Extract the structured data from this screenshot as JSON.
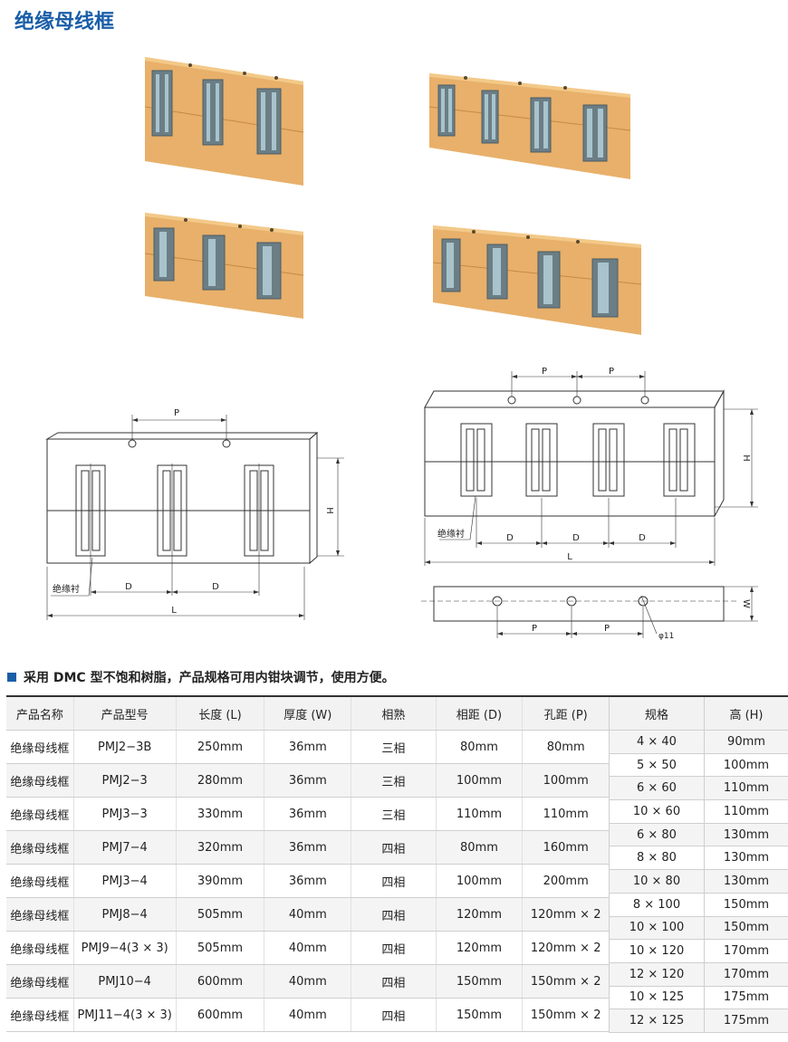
{
  "page": {
    "title": "绝缘母线框",
    "note": "采用 DMC 型不饱和树脂，产品规格可用内钳块调节，使用方便。"
  },
  "drawing_left": {
    "p": "P",
    "h": "H",
    "d1": "D",
    "d2": "D",
    "l": "L",
    "liner": "绝缘衬"
  },
  "drawing_right": {
    "p1": "P",
    "p2": "P",
    "h": "H",
    "d1": "D",
    "d2": "D",
    "d3": "D",
    "l": "L",
    "liner": "绝缘衬",
    "w": "W",
    "bp1": "P",
    "bp2": "P",
    "hole": "φ11"
  },
  "table": {
    "headers": [
      "产品名称",
      "产品型号",
      "长度 (L)",
      "厚度 (W)",
      "相熟",
      "相距 (D)",
      "孔距 (P)"
    ],
    "rows": [
      [
        "绝缘母线框",
        "PMJ2−3B",
        "250mm",
        "36mm",
        "三相",
        "80mm",
        "80mm"
      ],
      [
        "绝缘母线框",
        "PMJ2−3",
        "280mm",
        "36mm",
        "三相",
        "100mm",
        "100mm"
      ],
      [
        "绝缘母线框",
        "PMJ3−3",
        "330mm",
        "36mm",
        "三相",
        "110mm",
        "110mm"
      ],
      [
        "绝缘母线框",
        "PMJ7−4",
        "320mm",
        "36mm",
        "四相",
        "80mm",
        "160mm"
      ],
      [
        "绝缘母线框",
        "PMJ3−4",
        "390mm",
        "36mm",
        "四相",
        "100mm",
        "200mm"
      ],
      [
        "绝缘母线框",
        "PMJ8−4",
        "505mm",
        "40mm",
        "四相",
        "120mm",
        "120mm × 2"
      ],
      [
        "绝缘母线框",
        "PMJ9−4(3 × 3)",
        "505mm",
        "40mm",
        "四相",
        "120mm",
        "120mm × 2"
      ],
      [
        "绝缘母线框",
        "PMJ10−4",
        "600mm",
        "40mm",
        "四相",
        "150mm",
        "150mm × 2"
      ],
      [
        "绝缘母线框",
        "PMJ11−4(3 × 3)",
        "600mm",
        "40mm",
        "四相",
        "150mm",
        "150mm × 2"
      ]
    ],
    "spec_headers": [
      "规格",
      "高 (H)"
    ],
    "spec_rows": [
      [
        "4 × 40",
        "90mm"
      ],
      [
        "5 × 50",
        "100mm"
      ],
      [
        "6 × 60",
        "110mm"
      ],
      [
        "10 × 60",
        "110mm"
      ],
      [
        "6 × 80",
        "130mm"
      ],
      [
        "8 × 80",
        "130mm"
      ],
      [
        "10 × 80",
        "130mm"
      ],
      [
        "8 × 100",
        "150mm"
      ],
      [
        "10 × 100",
        "150mm"
      ],
      [
        "10 × 120",
        "170mm"
      ],
      [
        "12 × 120",
        "170mm"
      ],
      [
        "10 × 125",
        "175mm"
      ],
      [
        "12 × 125",
        "175mm"
      ]
    ]
  }
}
